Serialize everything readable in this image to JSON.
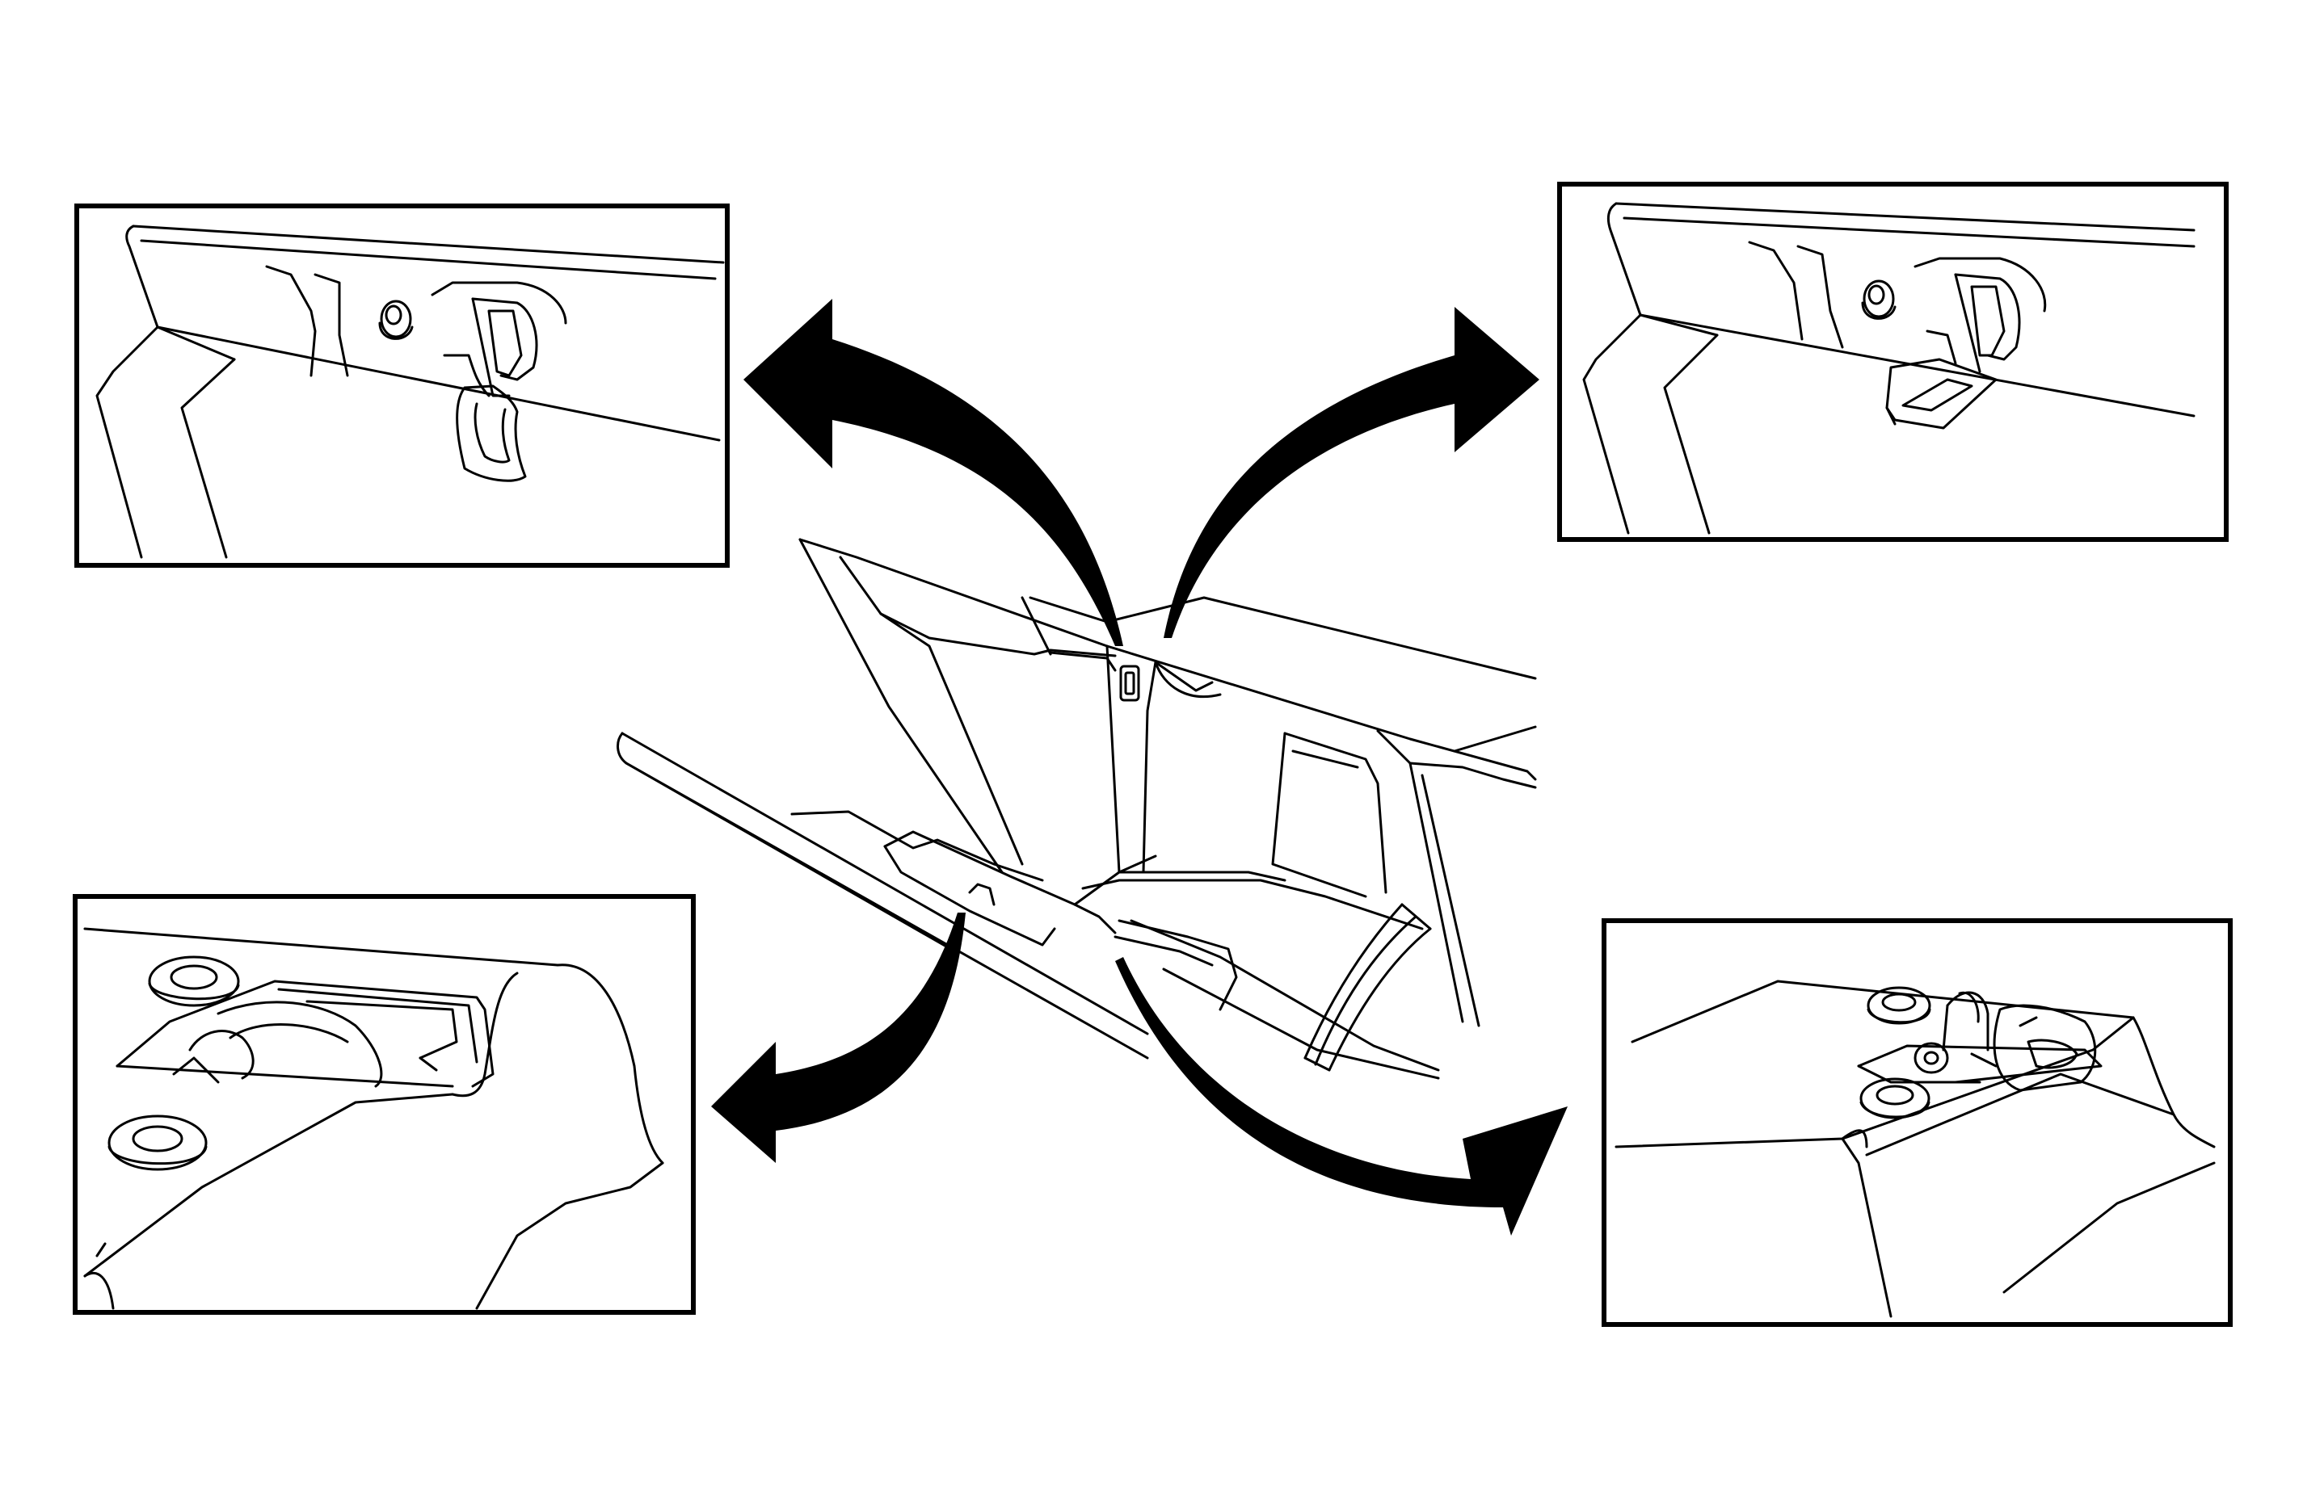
{
  "diagram": {
    "type": "technical-line-illustration",
    "stroke_color": "#000000",
    "background_color": "#ffffff",
    "detail_views": [
      {
        "position": "top-left",
        "content": "latch-hook-detail"
      },
      {
        "position": "top-right",
        "content": "latch-tab-detail"
      },
      {
        "position": "bottom-left",
        "content": "hinge-pin-detail"
      },
      {
        "position": "bottom-right",
        "content": "hinge-clip-detail"
      }
    ],
    "arrows": 4
  }
}
